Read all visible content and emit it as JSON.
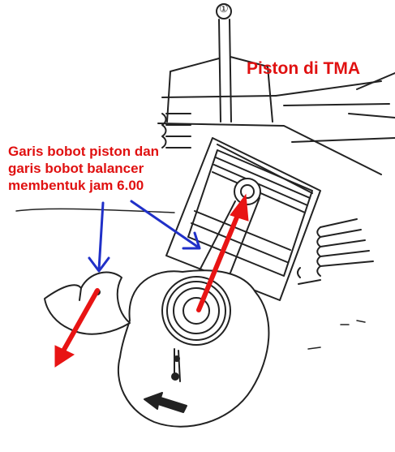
{
  "diagram": {
    "pin_marker": "①",
    "title": "Piston di TMA",
    "caption_lines": [
      "Garis bobot piston dan",
      "garis bobot balancer",
      "membentuk jam 6.00"
    ],
    "colors": {
      "ink": "#222222",
      "annotation_text": "#e01010",
      "red_arrow": "#e81414",
      "blue_arrow": "#2030c8"
    },
    "icons": {
      "rotation": "rotation-direction-arrow-icon",
      "pin": "circled-one-icon"
    }
  }
}
